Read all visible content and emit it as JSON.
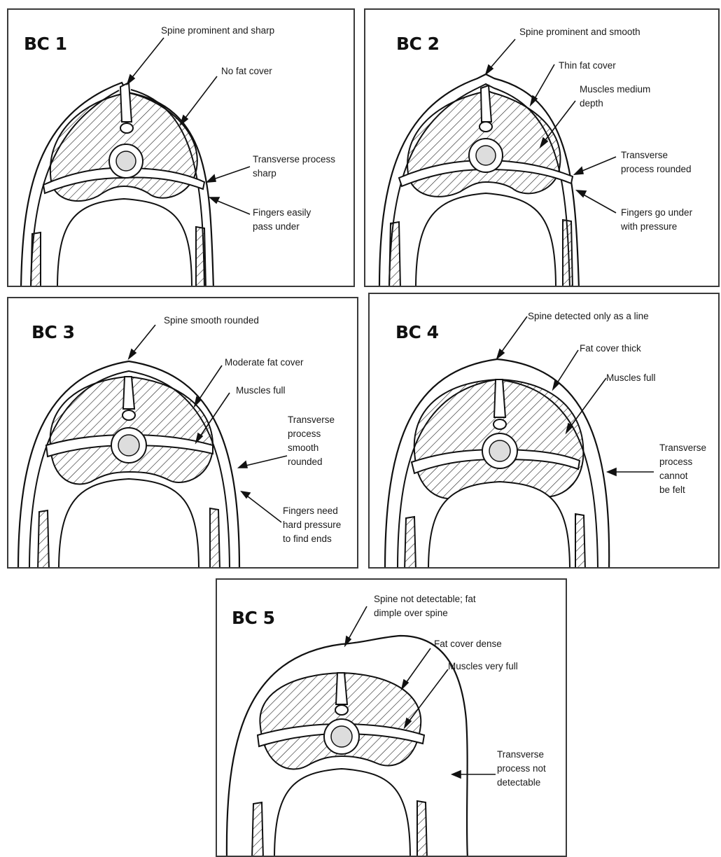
{
  "panels": [
    {
      "id": "bc1",
      "title": "BC 1",
      "labels": {
        "spine": "Spine prominent and sharp",
        "fat": "No fat cover",
        "transverse": [
          "Transverse process",
          "sharp"
        ],
        "fingers": [
          "Fingers easily",
          "pass under"
        ]
      }
    },
    {
      "id": "bc2",
      "title": "BC 2",
      "labels": {
        "spine": "Spine prominent and smooth",
        "fat": "Thin fat cover",
        "muscles": [
          "Muscles medium",
          "depth"
        ],
        "transverse": [
          "Transverse",
          "process rounded"
        ],
        "fingers": [
          "Fingers go under",
          "with pressure"
        ]
      }
    },
    {
      "id": "bc3",
      "title": "BC 3",
      "labels": {
        "spine": "Spine smooth rounded",
        "fat": "Moderate fat cover",
        "muscles": "Muscles full",
        "transverse": [
          "Transverse",
          "process",
          "smooth",
          "rounded"
        ],
        "fingers": [
          "Fingers need",
          "hard pressure",
          "to find ends"
        ]
      }
    },
    {
      "id": "bc4",
      "title": "BC 4",
      "labels": {
        "spine": "Spine detected only as a line",
        "fat": "Fat cover thick",
        "muscles": "Muscles full",
        "transverse": [
          "Transverse",
          "process",
          "cannot",
          "be felt"
        ]
      }
    },
    {
      "id": "bc5",
      "title": "BC 5",
      "labels": {
        "spine": [
          "Spine not detectable; fat",
          "dimple over spine"
        ],
        "fat": "Fat cover dense",
        "muscles": "Muscles very full",
        "transverse": [
          "Transverse",
          "process not",
          "detectable"
        ]
      }
    }
  ]
}
